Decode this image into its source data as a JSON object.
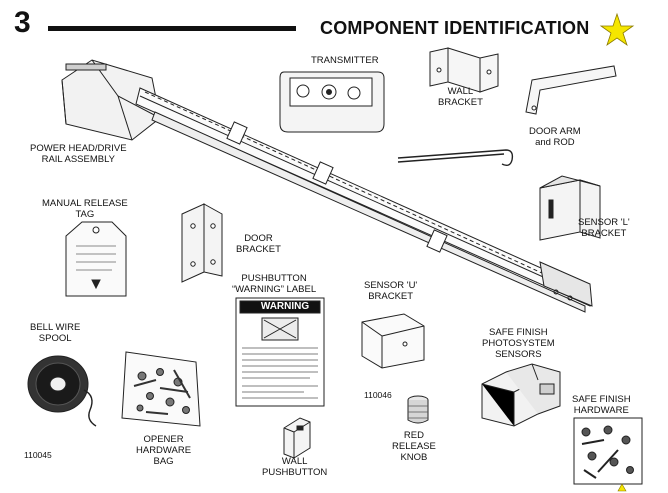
{
  "header": {
    "step_number": "3",
    "title": "COMPONENT IDENTIFICATION"
  },
  "labels": {
    "power_head": [
      "POWER HEAD/DRIVE",
      "RAIL ASSEMBLY"
    ],
    "transmitter": [
      "TRANSMITTER"
    ],
    "wall_bracket": [
      "WALL",
      "BRACKET"
    ],
    "door_arm": [
      "DOOR ARM",
      "and  ROD"
    ],
    "manual_release": [
      "MANUAL RELEASE",
      "TAG"
    ],
    "door_bracket": [
      "DOOR",
      "BRACKET"
    ],
    "sensor_l": [
      "SENSOR 'L'",
      "BRACKET"
    ],
    "pushbutton_warning": [
      "PUSHBUTTON",
      "“WARNING” LABEL"
    ],
    "sensor_u": [
      "SENSOR 'U'",
      "BRACKET"
    ],
    "bell_wire": [
      "BELL WIRE",
      "SPOOL"
    ],
    "photosystem": [
      "SAFE FINISH",
      "PHOTOSYSTEM",
      "SENSORS"
    ],
    "safe_finish_hw": [
      "SAFE FINISH",
      "HARDWARE"
    ],
    "opener_hw": [
      "OPENER",
      "HARDWARE",
      "BAG"
    ],
    "wall_pushbutton": [
      "WALL",
      "PUSHBUTTON"
    ],
    "red_knob": [
      "RED",
      "RELEASE",
      "KNOB"
    ]
  },
  "part_numbers": {
    "left": "110045",
    "knob": "110046"
  },
  "warning_label": {
    "heading": "WARNING"
  },
  "colors": {
    "star": "#f5e600",
    "ink": "#111111"
  }
}
